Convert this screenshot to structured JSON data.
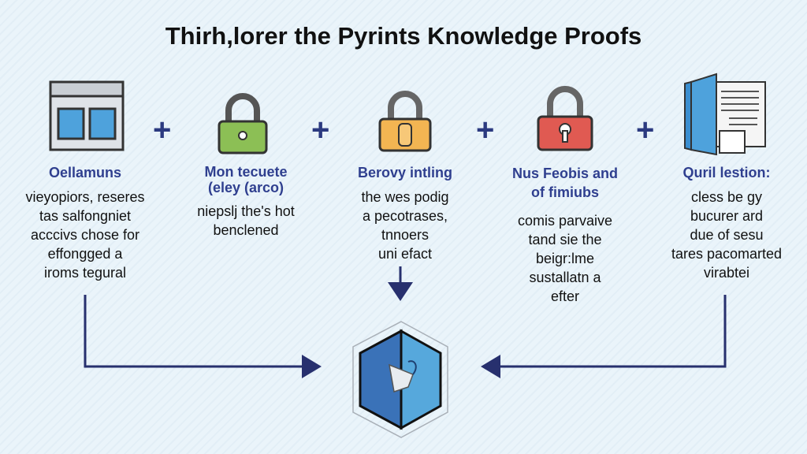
{
  "title": "Thirh,lorer the Pyrints Knowledge Proofs",
  "steps": [
    {
      "icon": "window-icon",
      "heading": [
        "Oellamuns"
      ],
      "body": [
        "vieyopiors, reseres",
        "tas salfongniet",
        "acccivs chose for",
        "effongged a",
        "iroms tegural"
      ]
    },
    {
      "icon": "green-lock-icon",
      "heading": [
        "Mon tecuete",
        "(eley (arco)"
      ],
      "body": [
        "niepslj the's hot",
        "benclened"
      ]
    },
    {
      "icon": "orange-lock-icon",
      "heading": [
        "Berovy intling"
      ],
      "body": [
        "the wes podig",
        "a pecotrases,",
        "tnnoers",
        "uni efact"
      ]
    },
    {
      "icon": "red-lock-icon",
      "heading": [
        "Nus Feobis and",
        "of fimiubs"
      ],
      "body": [
        "comis parvaive",
        "tand sie the",
        "beigr:lme",
        "sustallatn a",
        "efter"
      ]
    },
    {
      "icon": "document-book-icon",
      "heading": [
        "Quril lestion:"
      ],
      "body": [
        "cless be gy",
        "bucurer ard",
        "due of sesu",
        "tares pacomarted",
        "virabtei"
      ]
    }
  ],
  "plus_symbol": "+",
  "colors": {
    "accent": "#2b3a80",
    "heading": "#2f3f8f",
    "hex_dark": "#3a72b8",
    "hex_light": "#56a8dc"
  }
}
